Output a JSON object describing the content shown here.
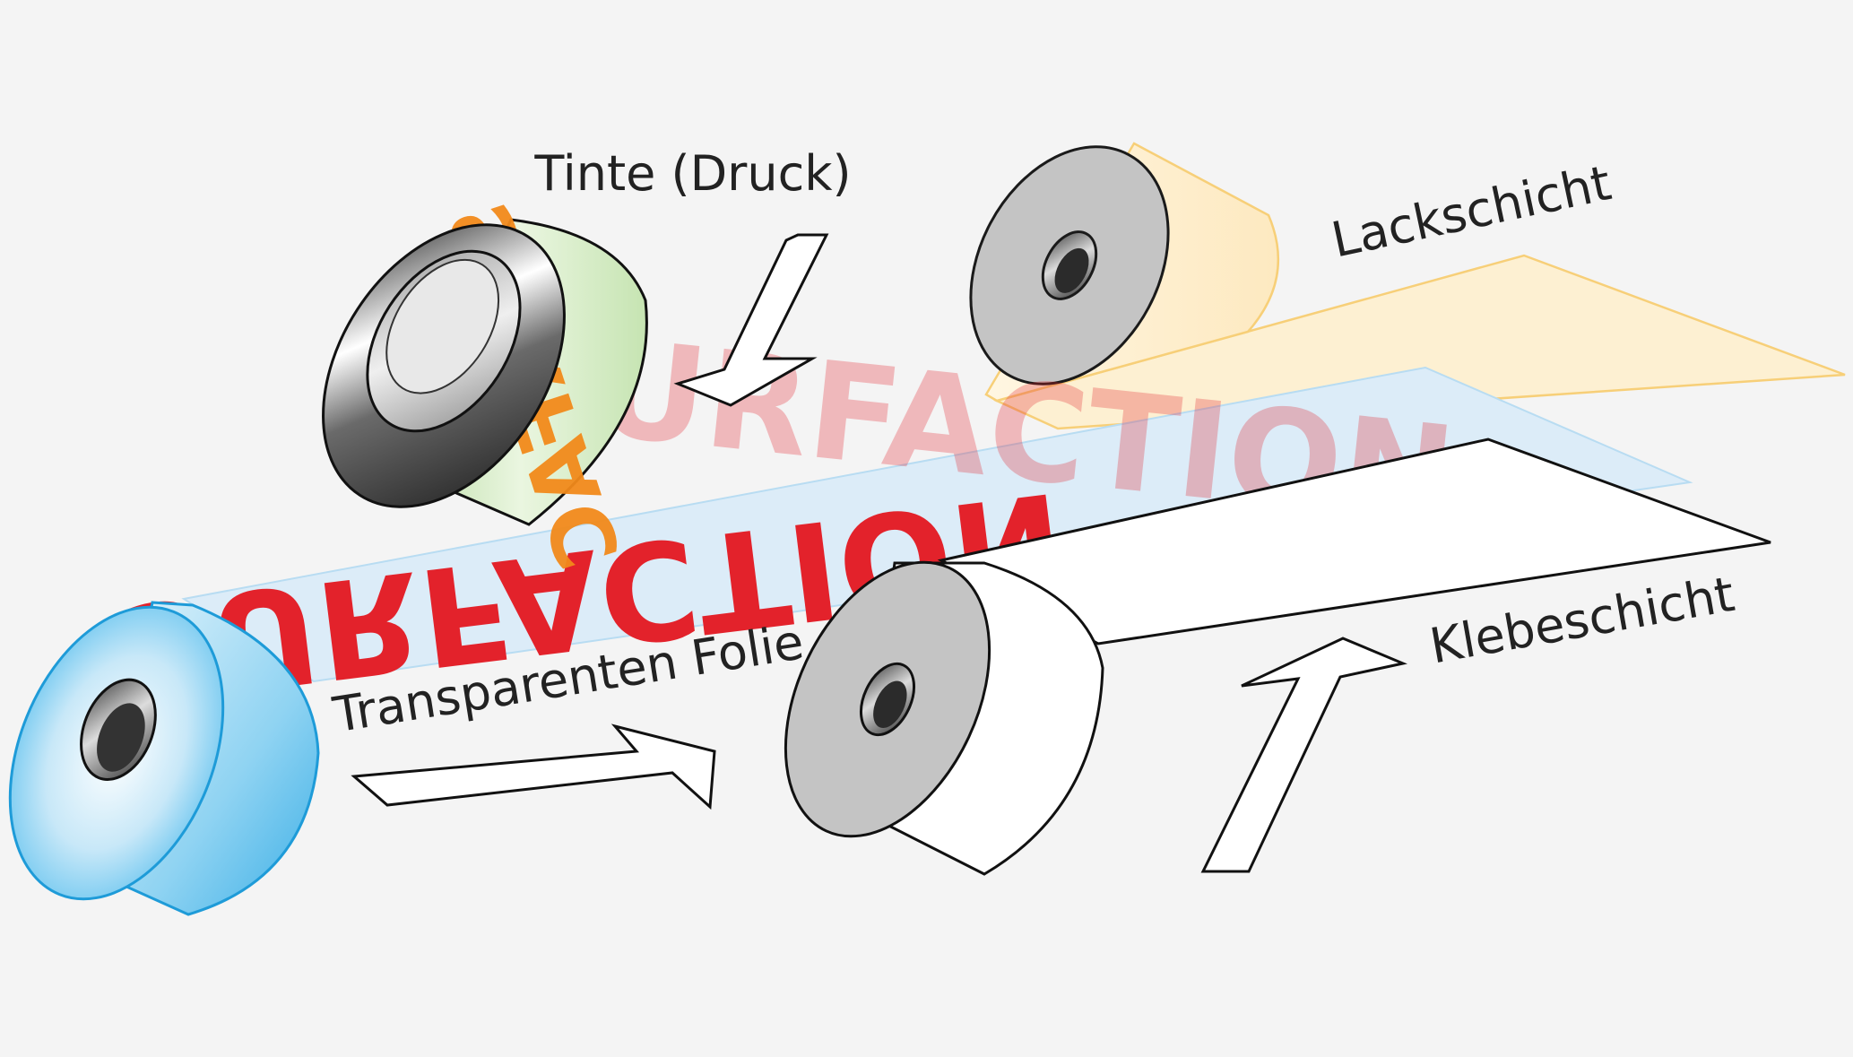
{
  "labels": {
    "ink": "Tinte (Druck)",
    "varnish": "Lackschicht",
    "film": "Transparenten Folie",
    "adhesive": "Klebeschicht"
  },
  "print_text": {
    "sheet": "SURFACTION",
    "roller": "SURFAC"
  },
  "colors": {
    "background": "#f4f4f4",
    "film": "#dcecf8",
    "film_roll": "#2fa7e3",
    "varnish": "#fdf0d2",
    "varnish_edge": "#f7cf78",
    "print_red": "#e3222b",
    "print_orange": "#f28a1b",
    "ink_roller_band": "#cfe8c0",
    "core_gray": "#b3b3b3"
  }
}
